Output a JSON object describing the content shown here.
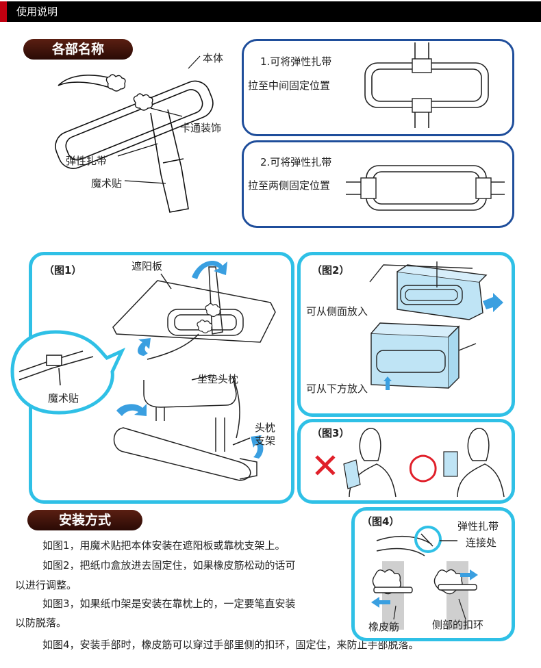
{
  "header": {
    "title": "使用说明"
  },
  "parts": {
    "title": "各部名称",
    "body_label": "本体",
    "cartoon_label": "卡通装饰",
    "strap_label": "弹性扎带",
    "velcro_label": "魔术贴"
  },
  "option1": {
    "line1": "1.可将弹性扎带",
    "line2": "拉至中间固定位置"
  },
  "option2": {
    "line1": "2.可将弹性扎带",
    "line2": "拉至两侧固定位置"
  },
  "fig1": {
    "label": "（图1）",
    "visor": "遮阳板",
    "velcro": "魔术贴",
    "headrest": "坐垫头枕",
    "support_line1": "头枕",
    "support_line2": "支架"
  },
  "fig2": {
    "label": "（图2）",
    "side": "可从侧面放入",
    "bottom": "可从下方放入"
  },
  "fig3": {
    "label": "（图3）",
    "wrong_mark": "✕",
    "right_mark": "○"
  },
  "fig4": {
    "label": "（图4）",
    "joint_line1": "弹性扎带",
    "joint_line2": "连接处",
    "rubber": "橡皮筋",
    "buckle": "侧部的扣环"
  },
  "install": {
    "title": "安装方式",
    "p1": "如图1，用魔术贴把本体安装在遮阳板或靠枕支架上。",
    "p2a": "如图2，把纸巾盒放进去固定住，如果橡皮筋松动的话可",
    "p2b": "以进行调整。",
    "p3a": "如图3，如果纸巾架是安装在靠枕上的，一定要笔直安装",
    "p3b": "以防脱落。",
    "p4": "如图4，安装手部时，橡皮筋可以穿过手部里侧的扣环，固定住，来防止手部脱落。"
  },
  "colors": {
    "accent_blue": "#1f4e9b",
    "figure_border": "#2fc0e6",
    "arrow_blue": "#3a9fe0",
    "wrong_red": "#e0202a",
    "header_red": "#c00010"
  }
}
